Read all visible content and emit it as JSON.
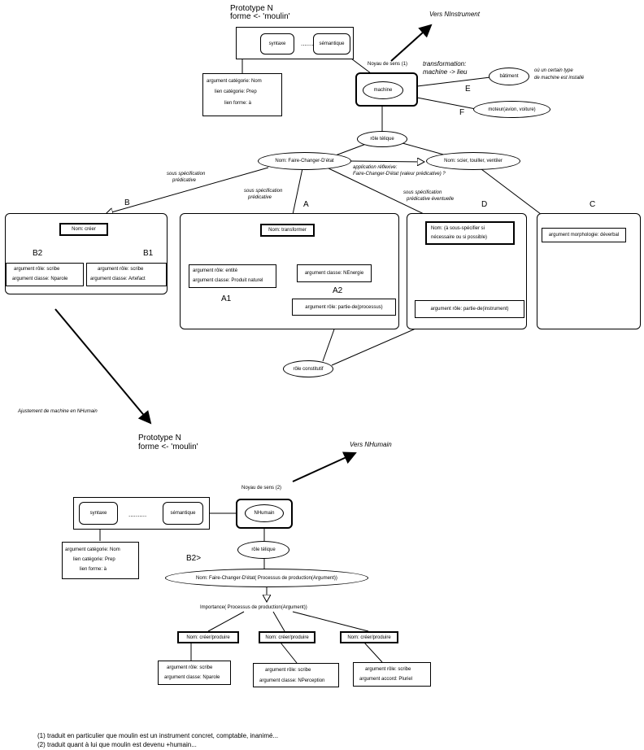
{
  "top": {
    "prototype_title": "Prototype N",
    "prototype_forme": "forme <- 'moulin'",
    "syntaxe": "syntaxe",
    "dots": "..........",
    "semantique": "sémantique",
    "arg_cat_1": "argument catégorie: Nom",
    "arg_cat_2": "lien catégorie: Prep",
    "arg_cat_3": "lien forme: à",
    "vers_instrument": "Vers NInstrument",
    "noyau": "Noyau de sens (1)",
    "machine": "machine",
    "transformation_1": "transformation:",
    "transformation_2": "machine -> lieu",
    "E": "E",
    "F": "F",
    "batiment": "bâtiment",
    "lieu_1": "où un certain type",
    "lieu_2": "de machine est installé",
    "moteur": "moteur(avion, voiture)",
    "role_telique": "rôle télique",
    "faire_changer": "Nom: Faire-Changer-D'état",
    "scier": "Nom: scier, touiller, ventiler",
    "application_1": "application réflexive:",
    "application_2": "Faire-Changer-D'état (valeur prédicative) ?",
    "sous_spec_B_1": "sous spécification",
    "sous_spec_B_2": "prédicative",
    "sous_spec_A_1": "sous spécification",
    "sous_spec_A_2": "prédicative",
    "sous_spec_D_1": "sous spécification",
    "sous_spec_D_2": "prédicative éventuelle",
    "label_B": "B",
    "label_A": "A",
    "label_D": "D",
    "label_C": "C",
    "label_B2": "B2",
    "label_B1": "B1",
    "label_A1": "A1",
    "label_A2": "A2",
    "creer": "Nom: créer",
    "b2_1": "argument rôle: scribe",
    "b2_2": "argument classe: Nparole",
    "b1_1": "argument rôle: scribe",
    "b1_2": "argument classe: Artefact",
    "transformer": "Nom: transformer",
    "a1_1": "argument rôle: entité",
    "a1_2": "argument classe: Produit naturel",
    "a2_box": "argument classe: NEnergie",
    "a2_role": "argument rôle: partie-de(processus)",
    "d_nom_1": "Nom: (à sous-spécifier si",
    "d_nom_2": "nécessaire ou si possible)",
    "d_role": "argument rôle: partie-de(instrument)",
    "c_morph": "argument morphologie: déverbal",
    "role_constitutif": "rôle constitutif",
    "ajustement": "Ajustement de machine en NHumain"
  },
  "bottom": {
    "prototype_title": "Prototype N",
    "prototype_forme": "forme <- 'moulin'",
    "vers_humain": "Vers NHumain",
    "noyau": "Noyau de sens (2)",
    "syntaxe": "syntaxe",
    "dots": "..........",
    "semantique": "sémantique",
    "nhumain": "NHumain",
    "arg_cat_1": "argument catégorie: Nom",
    "arg_cat_2": "lien catégorie: Prep",
    "arg_cat_3": "lien forme: à",
    "role_telique": "rôle télique",
    "b2_label": "B2>",
    "faire_changer": "Nom: Faire-Changer-D'état( Processus de production(Argument))",
    "importance": "Importance( Processus de production(Argument))",
    "produire_1": "Nom: créer/produire",
    "produire_2": "Nom: créer/produire",
    "produire_3": "Nom: créer/produire",
    "leaf1_1": "argument rôle: scribe",
    "leaf1_2": "argument classe: Nparole",
    "leaf2_1": "argument rôle: scribe",
    "leaf2_2": "argument classe: NPerception",
    "leaf3_1": "argument rôle: scribe",
    "leaf3_2": "argument accord: Pluriel"
  },
  "footnotes": {
    "note1": "(1) traduit en particulier que moulin est un instrument concret, comptable, inanimé...",
    "note2": "(2) traduit quant à lui que moulin est devenu +humain..."
  }
}
